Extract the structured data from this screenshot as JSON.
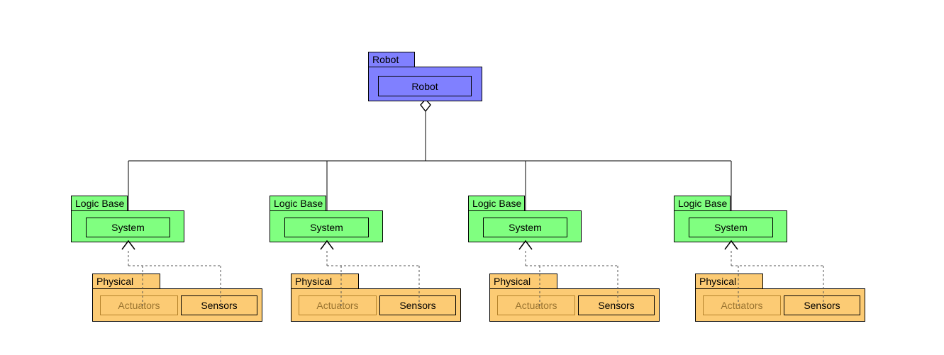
{
  "diagram": {
    "title": "Robot System Package Diagram",
    "type": "uml-package-diagram",
    "background": "#ffffff",
    "colors": {
      "root_package": "#8080ff",
      "logic_package": "#80ff80",
      "physical_package": "#fccb74",
      "stroke": "#000000",
      "muted_stroke": "#b5832b",
      "muted_text": "#9a7430"
    },
    "root": {
      "package_label": "Robot",
      "class_label": "Robot"
    },
    "branches": [
      {
        "logic": {
          "package_label": "Logic Base",
          "class_label": "System"
        },
        "physical": {
          "package_label": "Physical",
          "classes": [
            {
              "label": "Actuators",
              "style": "muted"
            },
            {
              "label": "Sensors",
              "style": "normal"
            }
          ]
        }
      },
      {
        "logic": {
          "package_label": "Logic Base",
          "class_label": "System"
        },
        "physical": {
          "package_label": "Physical",
          "classes": [
            {
              "label": "Actuators",
              "style": "muted"
            },
            {
              "label": "Sensors",
              "style": "normal"
            }
          ]
        }
      },
      {
        "logic": {
          "package_label": "Logic Base",
          "class_label": "System"
        },
        "physical": {
          "package_label": "Physical",
          "classes": [
            {
              "label": "Actuators",
              "style": "muted"
            },
            {
              "label": "Sensors",
              "style": "normal"
            }
          ]
        }
      },
      {
        "logic": {
          "package_label": "Logic Base",
          "class_label": "System"
        },
        "physical": {
          "package_label": "Physical",
          "classes": [
            {
              "label": "Actuators",
              "style": "muted"
            },
            {
              "label": "Sensors",
              "style": "normal"
            }
          ]
        }
      }
    ],
    "relations": {
      "aggregation_name": "aggregation-diamond",
      "realization_name": "realization-arrow"
    }
  }
}
